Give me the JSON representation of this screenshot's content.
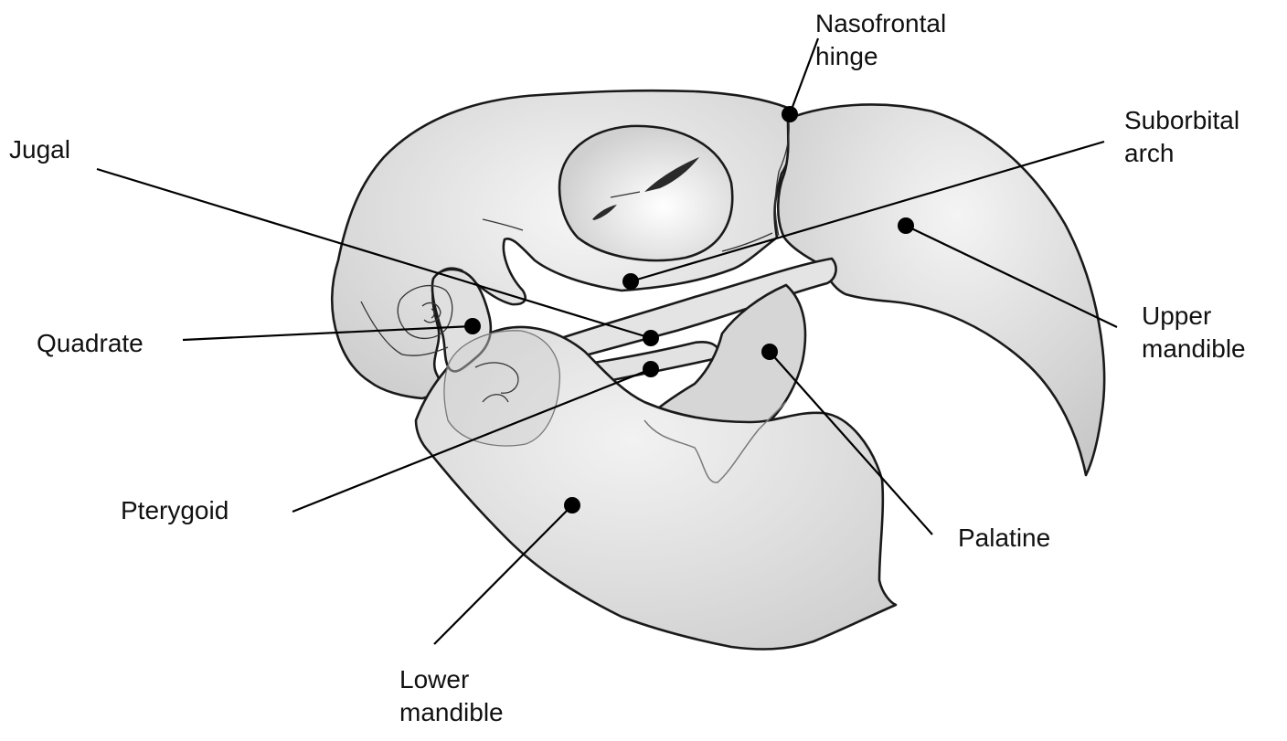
{
  "labels": {
    "nasofrontal_hinge": [
      "Nasofrontal",
      "hinge"
    ],
    "suborbital_arch": [
      "Suborbital",
      "arch"
    ],
    "jugal": [
      "Jugal"
    ],
    "quadrate": [
      "Quadrate"
    ],
    "upper_mandible": [
      "Upper",
      "mandible"
    ],
    "pterygoid": [
      "Pterygoid"
    ],
    "palatine": [
      "Palatine"
    ],
    "lower_mandible": [
      "Lower",
      "mandible"
    ]
  },
  "colors": {
    "bone_fill": "#dcdcdc",
    "bone_highlight": "#f4f4f4",
    "outline": "#1a1a1a",
    "leader": "#000000"
  }
}
